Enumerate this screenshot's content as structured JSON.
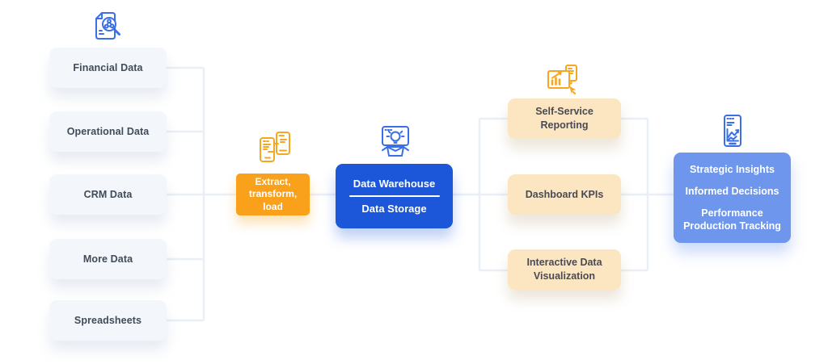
{
  "diagram": {
    "sources": {
      "icon": "document-analysis-icon",
      "items": [
        "Financial Data",
        "Operational Data",
        "CRM Data",
        "More Data",
        "Spreadsheets"
      ]
    },
    "etl": {
      "icon": "device-data-sync-icon",
      "label": "Extract,\ntransform,\nload"
    },
    "warehouse": {
      "icon": "idea-box-icon",
      "title": "Data Warehouse",
      "subtitle": "Data Storage"
    },
    "outputs": {
      "icon": "dashboard-report-icon",
      "items": [
        "Self-Service\nReporting",
        "Dashboard KPIs",
        "Interactive Data\nVisualization"
      ]
    },
    "insights": {
      "icon": "mobile-analytics-icon",
      "items": [
        "Strategic Insights",
        "Informed Decisions",
        "Performance\nProduction Tracking"
      ]
    },
    "colors": {
      "accent_orange": "#F9A11B",
      "accent_blue": "#1B57D8",
      "accent_light_blue": "#6E96EC",
      "peach": "#FCE6C2",
      "source_box_bg": "#F3F6FA",
      "connector_line": "#EAEFF6",
      "icon_blue": "#3B6FE8",
      "icon_orange": "#F6A722",
      "text_dark": "#414B5A",
      "text_on_accent": "#FFFFFF"
    }
  }
}
